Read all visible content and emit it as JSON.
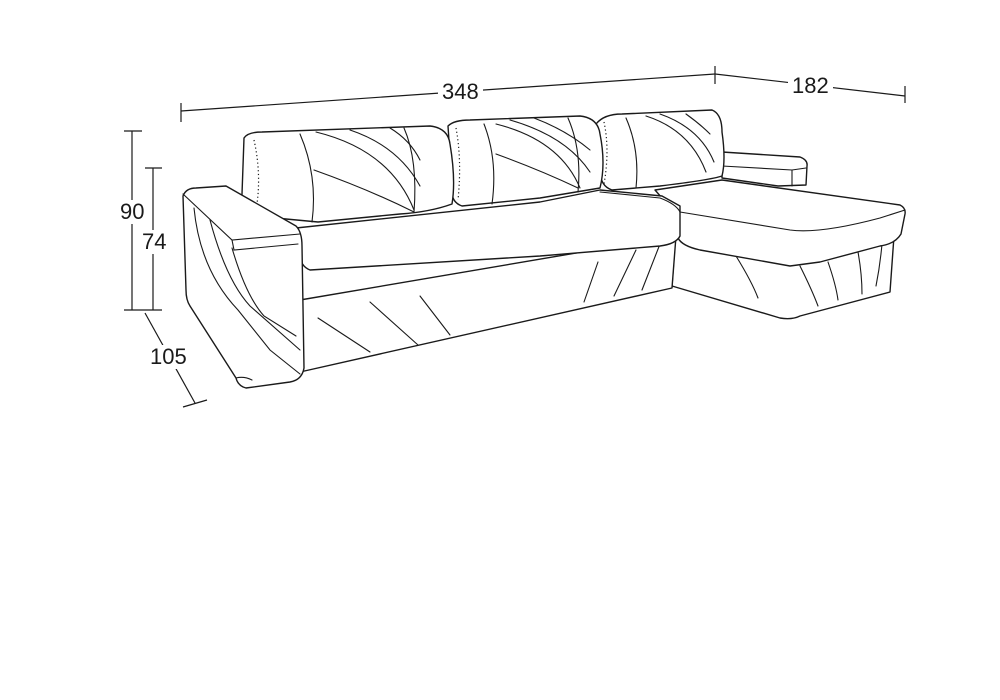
{
  "dimensions": {
    "total_length": "348",
    "chaise_depth": "182",
    "back_height": "90",
    "arm_height": "74",
    "seat_depth": "105"
  }
}
